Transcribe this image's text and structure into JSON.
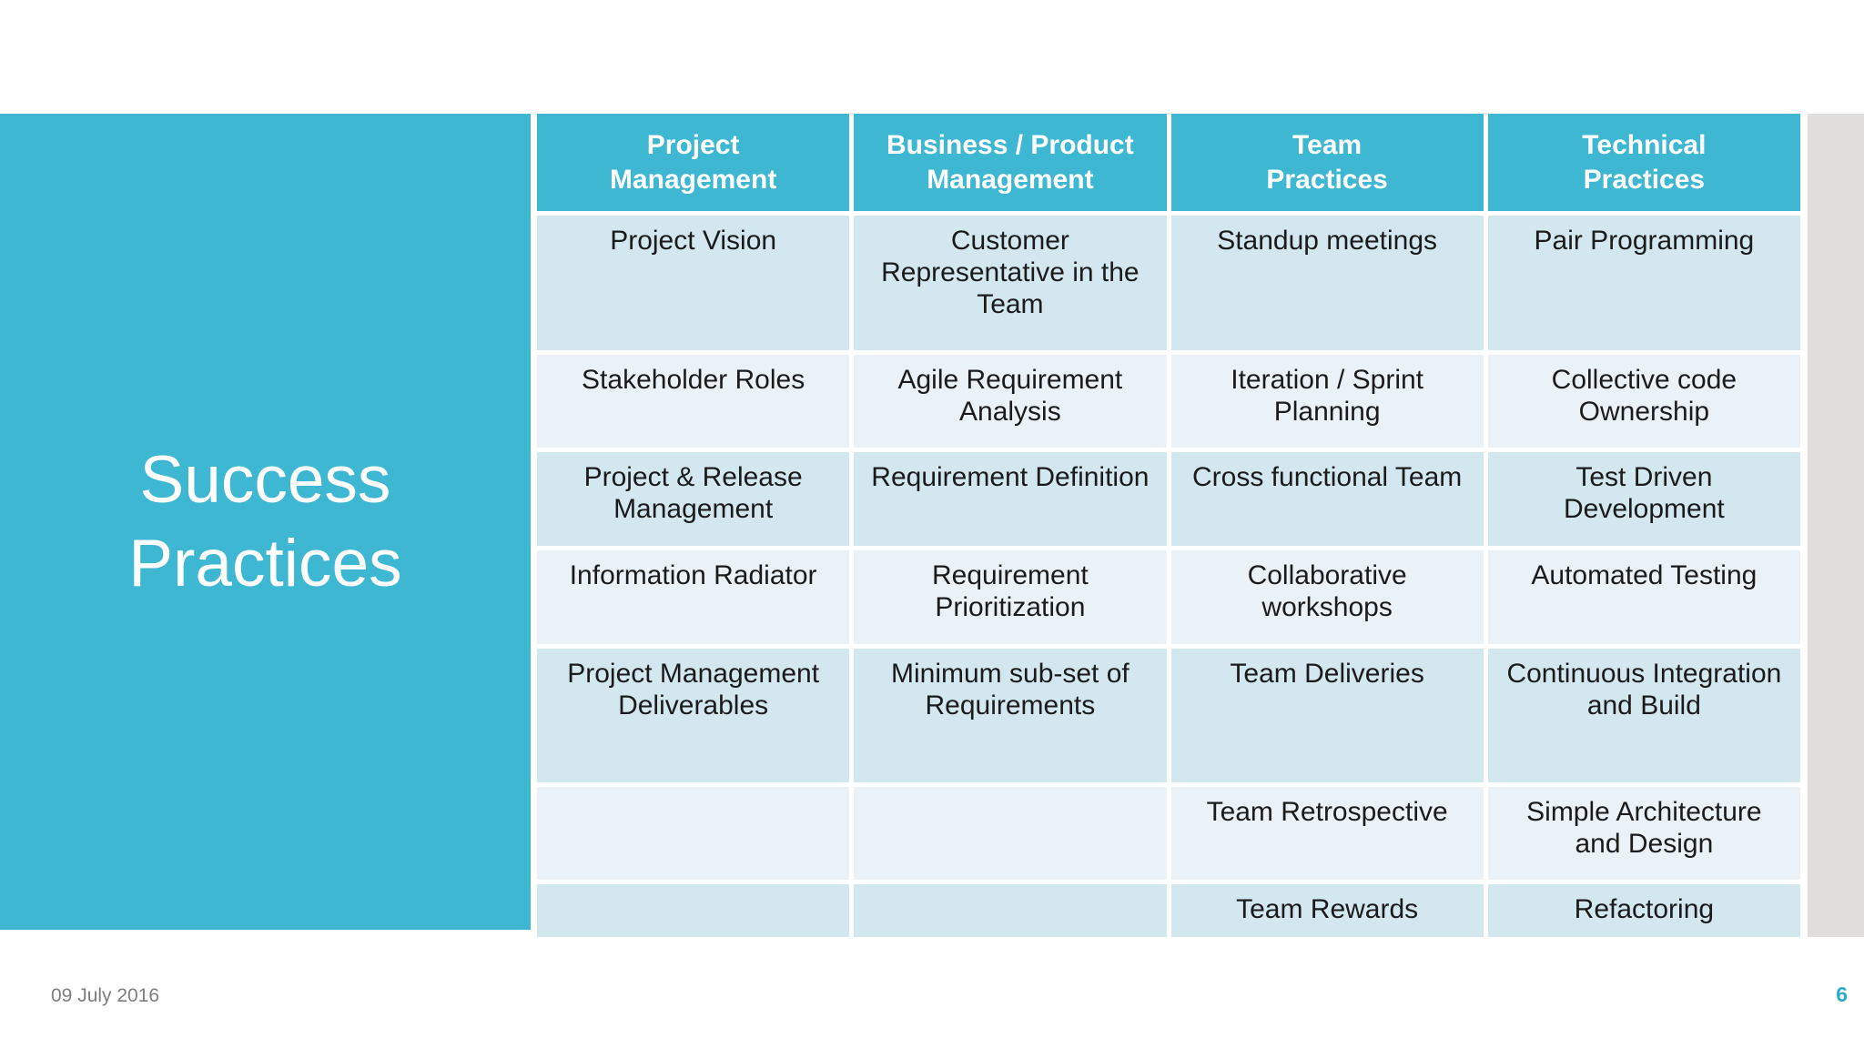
{
  "slide": {
    "title_line1": "Success",
    "title_line2": "Practices",
    "footer": {
      "date": "09 July 2016",
      "page_number": "6"
    },
    "colors": {
      "accent_teal": "#3db7d2",
      "row_dark": "#d3e7ef",
      "row_light": "#eaf2f8",
      "side_strip": "#e0dedd",
      "page_number_teal": "#2fa8c9",
      "body_text": "#1b1b1b",
      "footer_text": "#7e7e7e"
    }
  },
  "table": {
    "columns": [
      {
        "line1": "Project",
        "line2": "Management"
      },
      {
        "line1": "Business / Product",
        "line2": "Management"
      },
      {
        "line1": "Team",
        "line2": "Practices"
      },
      {
        "line1": "Technical",
        "line2": "Practices"
      }
    ],
    "rows": [
      {
        "cells": [
          "Project Vision",
          "Customer Representative in the Team",
          "Standup meetings",
          "Pair Programming"
        ]
      },
      {
        "cells": [
          "Stakeholder Roles",
          "Agile Requirement Analysis",
          "Iteration / Sprint Planning",
          "Collective code Ownership"
        ]
      },
      {
        "cells": [
          "Project & Release Management",
          "Requirement Definition",
          "Cross functional Team",
          "Test Driven Development"
        ]
      },
      {
        "cells": [
          "Information Radiator",
          "Requirement Prioritization",
          "Collaborative workshops",
          "Automated Testing"
        ]
      },
      {
        "cells": [
          "Project Management Deliverables",
          "Minimum sub-set of Requirements",
          "Team Deliveries",
          "Continuous Integration and Build"
        ]
      },
      {
        "cells": [
          "",
          "",
          "Team Retrospective",
          "Simple Architecture and Design"
        ]
      },
      {
        "cells": [
          "",
          "",
          "Team Rewards",
          "Refactoring"
        ]
      }
    ]
  }
}
